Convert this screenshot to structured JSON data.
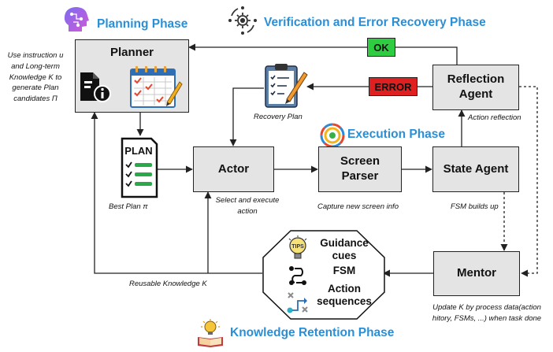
{
  "phases": {
    "planning": "Planning Phase",
    "verification": "Verification and Error Recovery Phase",
    "execution": "Execution Phase",
    "knowledge": "Knowledge Retention Phase"
  },
  "nodes": {
    "planner": "Planner",
    "actor": "Actor",
    "screen_parser": "Screen Parser",
    "state_agent": "State Agent",
    "reflection_agent": "Reflection Agent",
    "mentor": "Mentor"
  },
  "tags": {
    "ok": "OK",
    "error": "ERROR"
  },
  "guidance": [
    "Guidance",
    "cues",
    "FSM",
    "Action",
    "sequences"
  ],
  "icons": {
    "plan_text": "PLAN",
    "tips_text": "TIPS"
  },
  "notes": {
    "planner_input": "Use instruction u and Long-term Knowledge K to generate Plan candidates  Π",
    "recovery_plan": "Recovery Plan",
    "action_reflection": "Action reflection",
    "best_plan": "Best Plan π",
    "select_execute": "Select and execute action",
    "capture_screen": "Capture new screen info",
    "fsm_builds": "FSM builds up",
    "reusable_knowledge": "Reusable Knowledge K",
    "update_k": "Update K by process data(action hitory, FSMs, ...) when task done"
  },
  "colors": {
    "phase_title": "#2a8fd6",
    "box_fill": "#e4e4e4",
    "ok_fill": "#2ecc40",
    "error_fill": "#e02020",
    "plan_icon_green": "#2aa84a",
    "arrow": "#222222"
  }
}
